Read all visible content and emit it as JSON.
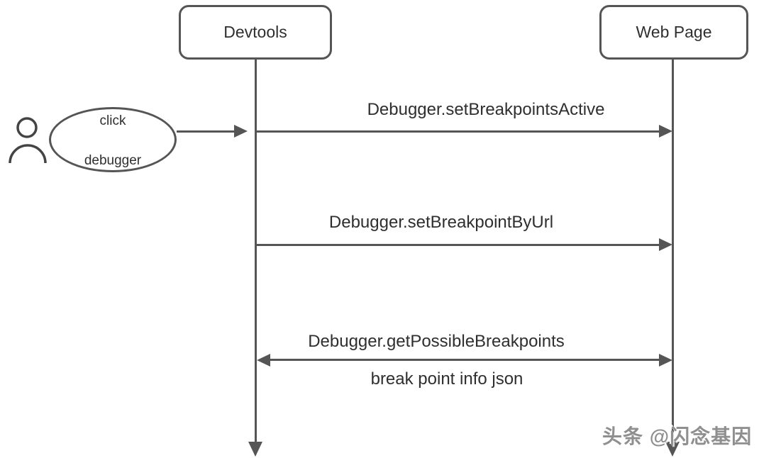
{
  "colors": {
    "stroke": "#555555",
    "text": "#2f2f2f",
    "background": "#ffffff",
    "watermark": "#8f8f8f"
  },
  "participants": [
    {
      "label": "Devtools"
    },
    {
      "label": "Web Page"
    }
  ],
  "actor": {
    "note_line1": "click",
    "note_line2": "debugger"
  },
  "messages": [
    {
      "label": "Debugger.setBreakpointsActive",
      "from": "Devtools",
      "to": "Web Page",
      "direction": "right"
    },
    {
      "label": "Debugger.setBreakpointByUrl",
      "from": "Devtools",
      "to": "Web Page",
      "direction": "right"
    },
    {
      "label": "Debugger.getPossibleBreakpoints",
      "from": "Devtools",
      "to": "Web Page",
      "direction": "both",
      "response_label": "break point info json"
    }
  ],
  "watermark": {
    "text": "头条 @闪念基因"
  }
}
